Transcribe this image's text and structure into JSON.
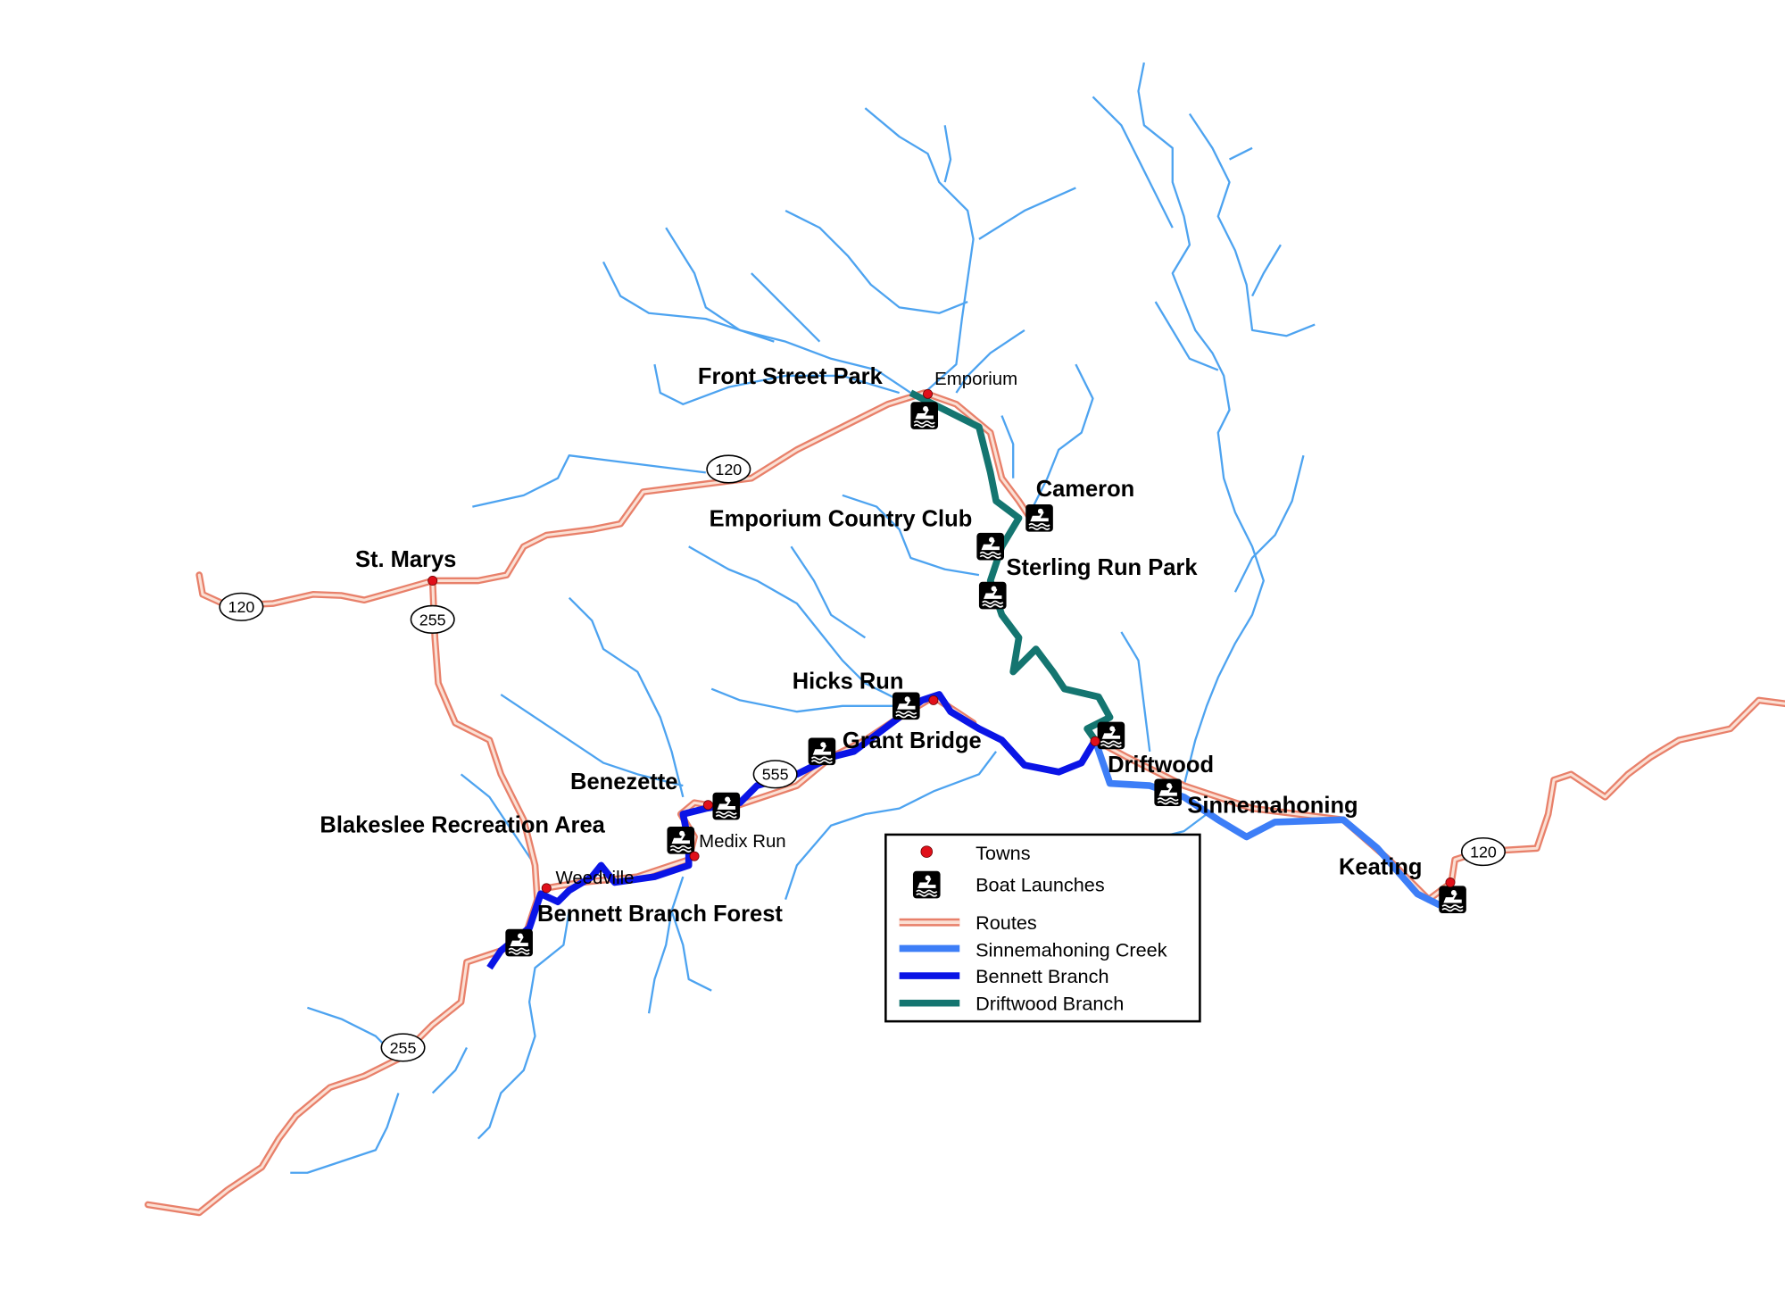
{
  "map": {
    "colors": {
      "route_outer": "#e8806a",
      "route_inner": "#fbe0d4",
      "tributary": "#4da3f0",
      "sinnemahoning_creek": "#3d7ef7",
      "bennett_branch": "#0a14e6",
      "driftwood_branch": "#147570",
      "town": "#e0101a"
    },
    "launch_labels": [
      "Front Street Park",
      "Cameron",
      "Emporium Country Club",
      "Sterling Run Park",
      "Hicks Run",
      "Grant Bridge",
      "Benezette",
      "Blakeslee Recreation Area",
      "Bennett Branch Forest",
      "Driftwood",
      "Sinnemahoning",
      "Keating",
      "St. Marys"
    ],
    "town_labels": [
      "Emporium",
      "Medix Run",
      "Weedville"
    ],
    "shields": [
      "120",
      "120",
      "255",
      "555",
      "255",
      "120"
    ]
  },
  "legend": {
    "items": [
      {
        "label": "Towns",
        "icon": "town-dot-icon"
      },
      {
        "label": "Boat Launches",
        "icon": "boat-launch-icon"
      },
      {
        "label": "Routes",
        "icon": "route-line-icon"
      },
      {
        "label": "Sinnemahoning Creek",
        "icon": "creek-line-icon"
      },
      {
        "label": "Bennett Branch",
        "icon": "bennett-line-icon"
      },
      {
        "label": "Driftwood Branch",
        "icon": "driftwood-line-icon"
      }
    ]
  }
}
